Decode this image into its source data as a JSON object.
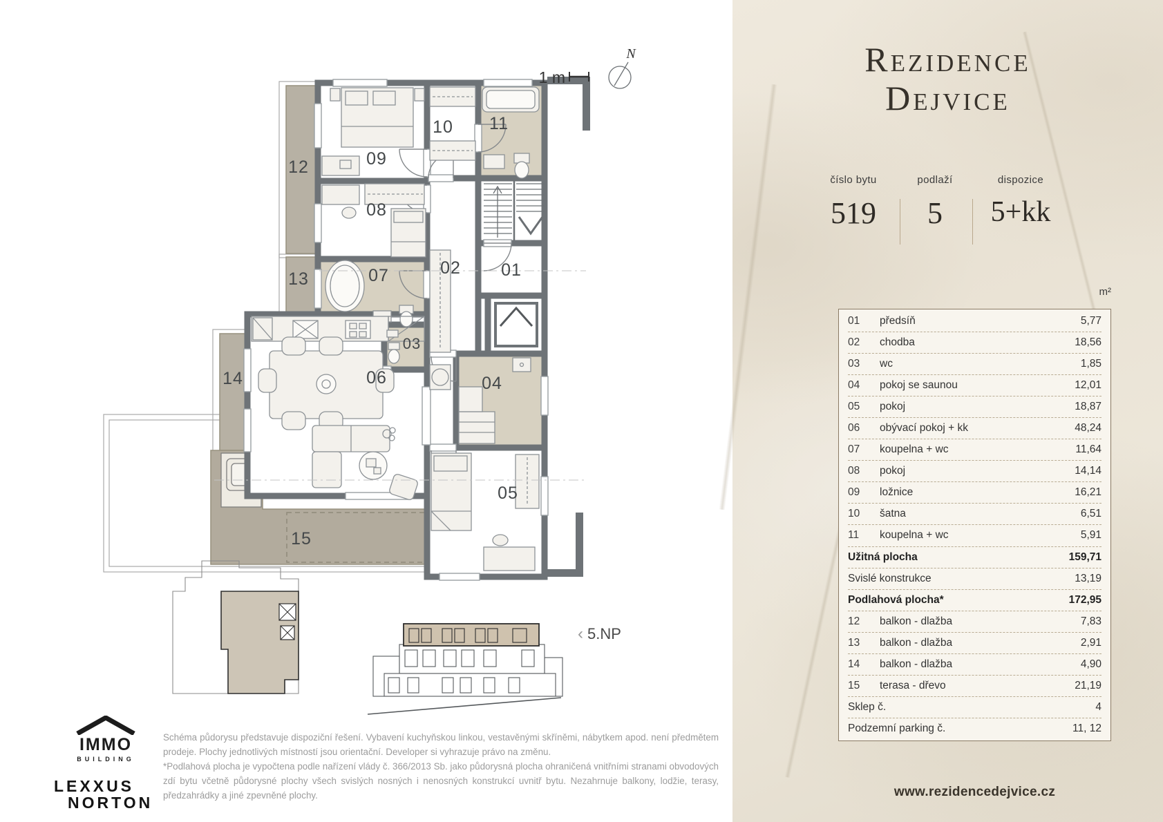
{
  "plan": {
    "scale_label": "1 m",
    "north": "N",
    "floor_marker_chevron": "‹",
    "floor_marker": "5.NP",
    "labels": {
      "r01": "01",
      "r02": "02",
      "r03": "03",
      "r04": "04",
      "r05": "05",
      "r06": "06",
      "r07": "07",
      "r08": "08",
      "r09": "09",
      "r10": "10",
      "r11": "11",
      "b12": "12",
      "b13": "13",
      "b14": "14",
      "t15": "15"
    }
  },
  "panel": {
    "title": {
      "line1": "Rezidence",
      "line2": "Dejvice"
    },
    "info": [
      {
        "label": "číslo bytu",
        "value": "519"
      },
      {
        "label": "podlaží",
        "value": "5"
      },
      {
        "label": "dispozice",
        "value": "5+kk"
      }
    ],
    "area_unit": "m²",
    "rows": [
      {
        "num": "01",
        "name": "předsíň",
        "area": "5,77"
      },
      {
        "num": "02",
        "name": "chodba",
        "area": "18,56"
      },
      {
        "num": "03",
        "name": "wc",
        "area": "1,85"
      },
      {
        "num": "04",
        "name": "pokoj se saunou",
        "area": "12,01"
      },
      {
        "num": "05",
        "name": "pokoj",
        "area": "18,87"
      },
      {
        "num": "06",
        "name": "obývací pokoj + kk",
        "area": "48,24"
      },
      {
        "num": "07",
        "name": "koupelna + wc",
        "area": "11,64"
      },
      {
        "num": "08",
        "name": "pokoj",
        "area": "14,14"
      },
      {
        "num": "09",
        "name": "ložnice",
        "area": "16,21"
      },
      {
        "num": "10",
        "name": "šatna",
        "area": "6,51"
      },
      {
        "num": "11",
        "name": "koupelna + wc",
        "area": "5,91"
      },
      {
        "name": "Užitná plocha",
        "area": "159,71"
      },
      {
        "name": "Svislé konstrukce",
        "area": "13,19"
      },
      {
        "name": "Podlahová plocha*",
        "area": "172,95"
      },
      {
        "num": "12",
        "name": "balkon - dlažba",
        "area": "7,83"
      },
      {
        "num": "13",
        "name": "balkon - dlažba",
        "area": "2,91"
      },
      {
        "num": "14",
        "name": "balkon - dlažba",
        "area": "4,90"
      },
      {
        "num": "15",
        "name": "terasa - dřevo",
        "area": "21,19"
      },
      {
        "name": "Sklep č.",
        "area": "4"
      },
      {
        "name": "Podzemní parking č.",
        "area": "11, 12"
      }
    ],
    "website": "www.rezidencedejvice.cz"
  },
  "footer": {
    "immo_line1": "IMMO",
    "immo_line2": "BUILDING",
    "lexxus_line1": "LEXXUS",
    "lexxus_line2": "NORTON",
    "disclaimer_p1": "Schéma půdorysu představuje dispoziční řešení. Vybavení kuchyňskou linkou, vestavěnými skříněmi, nábytkem apod. není předmětem prodeje. Plochy jednotlivých místností jsou orientační. Developer si vyhrazuje právo na změnu.",
    "disclaimer_p2": "*Podlahová plocha je vypočtena podle nařízení vlády č. 366/2013 Sb. jako půdorysná plocha ohraničená vnitřními stranami obvodových zdí bytu včetně půdorysné plochy všech svislých nosných i nenosných konstrukcí uvnitř bytu. Nezahrnuje balkony, lodžie, terasy, předzahrádky a jiné zpevněné plochy."
  }
}
